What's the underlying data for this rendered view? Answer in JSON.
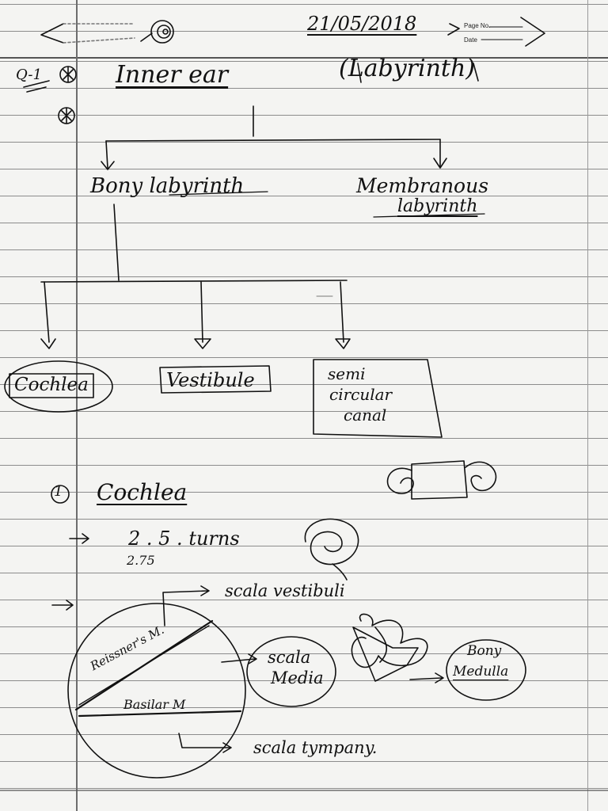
{
  "header": {
    "date": "21/05/2018",
    "page_no_label": "Page No.",
    "date_label": "Date"
  },
  "question": {
    "number": "Q-1",
    "title": "Inner ear",
    "subtitle": "(Labyrinth)"
  },
  "tree": {
    "left_branch": "Bony labyrinth",
    "right_branch_line1": "Membranous",
    "right_branch_line2": "labyrinth",
    "children": {
      "cochlea": "Cochlea",
      "vestibule": "Vestibule",
      "semicircular_line1": "semi",
      "semicircular_line2": "circular",
      "semicircular_line3": "canal"
    }
  },
  "section": {
    "number": "1",
    "heading": "Cochlea",
    "turns": "2 . 5 . turns",
    "turns_alt": "2.75"
  },
  "diagram": {
    "scala_vestibuli": "scala vestibuli",
    "reissners": "Reissner's M.",
    "basilar": "Basilar M",
    "scala_media_line1": "scala",
    "scala_media_line2": "Media",
    "scala_tympani": "scala tympany.",
    "bony_line1": "Bony",
    "bony_line2": "Medulla"
  }
}
